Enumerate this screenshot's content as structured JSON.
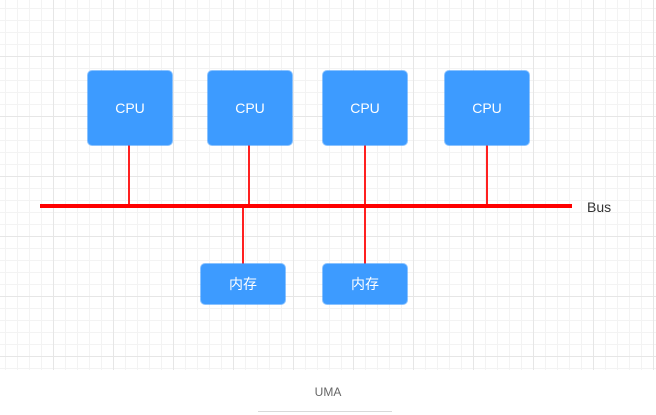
{
  "diagram": {
    "cpus": [
      {
        "label": "CPU"
      },
      {
        "label": "CPU"
      },
      {
        "label": "CPU"
      },
      {
        "label": "CPU"
      }
    ],
    "memories": [
      {
        "label": "内存"
      },
      {
        "label": "内存"
      }
    ],
    "bus_label": "Bus",
    "caption": "UMA",
    "colors": {
      "box": "#3d9bff",
      "bus": "#ff0000",
      "connector": "#ff2020"
    }
  }
}
